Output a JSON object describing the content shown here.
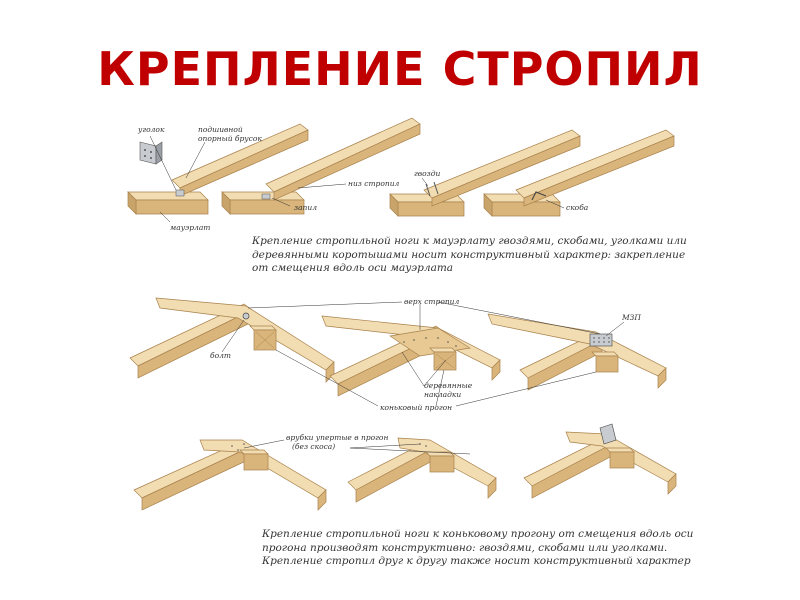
{
  "title": "КРЕПЛЕНИЕ СТРОПИЛ",
  "colors": {
    "title": "#c00000",
    "wood_top": "#f2dcb2",
    "wood_side": "#d9b57c",
    "wood_edge": "#a9824c",
    "metal": "#c8ccd0"
  },
  "labels": {
    "ugolok": "уголок",
    "podshivnoy_1": "подшивной",
    "podshivnoy_2": "опорный брусок",
    "mauerlat": "мауэрлат",
    "zapil": "запил",
    "niz_stropil": "низ стропил",
    "gvozdi": "гвозди",
    "skoba": "скоба",
    "verh_stropil": "верх стропил",
    "mzp": "МЗП",
    "bolt": "болт",
    "derev_nakladki_1": "деревянные",
    "derev_nakladki_2": "накладки",
    "konkovy_progon": "коньковый прогон",
    "vrubki_1": "врубки упертые в прогон",
    "vrubki_2": "(без скоса)"
  },
  "captions": {
    "top": [
      "Крепление стропильной ноги к мауэрлату гвоздями, скобами, уголками или",
      "деревянными коротышами носит конструктивный характер: закрепление",
      "от смещения вдоль оси мауэрлата"
    ],
    "bottom": [
      "Крепление стропильной ноги к коньковому прогону от смещения вдоль оси",
      "прогона производят конструктивно: гвоздями, скобами или уголками.",
      "Крепление стропил друг к другу также носит конструктивный характер"
    ]
  }
}
